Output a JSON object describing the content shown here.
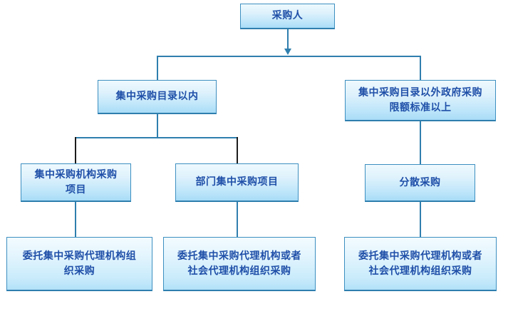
{
  "diagram": {
    "title_node": "采购人",
    "nodes": [
      {
        "id": "root",
        "label": "采购人",
        "lines": [
          "采购人"
        ]
      },
      {
        "id": "in-catalog",
        "label": "集中采购目录以内",
        "lines": [
          "集中采购目录以内"
        ]
      },
      {
        "id": "out-catalog",
        "label": "集中采购目录以外政府采购限额标准以上",
        "lines": [
          "集中采购目录以外政府采购",
          "限额标准以上"
        ]
      },
      {
        "id": "centralized-agency-project",
        "label": "集中采购机构采购项目",
        "lines": [
          "集中采购机构采购",
          "项目"
        ]
      },
      {
        "id": "department-centralized-project",
        "label": "部门集中采购项目",
        "lines": [
          "部门集中采购项目"
        ]
      },
      {
        "id": "decentralized-purchase",
        "label": "分散采购",
        "lines": [
          "分散采购"
        ]
      },
      {
        "id": "entrust-centralized-agency",
        "label": "委托集中采购代理机构组织采购",
        "lines": [
          "委托集中采购代理机构组",
          "织采购"
        ]
      },
      {
        "id": "entrust-centralized-or-social-1",
        "label": "委托集中采购代理机构或者社会代理机构组织采购",
        "lines": [
          "委托集中采购代理机构或者",
          "社会代理机构组织采购"
        ]
      },
      {
        "id": "entrust-centralized-or-social-2",
        "label": "委托集中采购代理机构或者社会代理机构组织采购",
        "lines": [
          "委托集中采购代理机构或者",
          "社会代理机构组织采购"
        ]
      }
    ],
    "colors": {
      "node_border": "#3d8fc0",
      "node_fill_top": "#eef9fe",
      "node_fill_bottom": "#a8dcf7",
      "text": "#1f4fa8",
      "connector": "#2f7fae",
      "connector_dark": "#1c1c1c",
      "background": "#ffffff"
    }
  }
}
